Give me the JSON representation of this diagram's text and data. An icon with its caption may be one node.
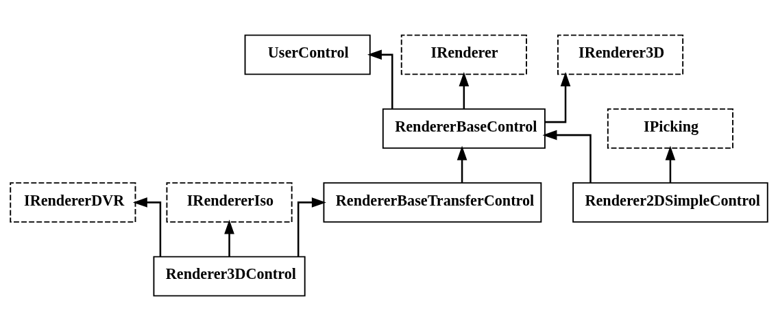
{
  "diagram": {
    "nodes": [
      {
        "text": [
          "UserControl"
        ]
      },
      {
        "text": [
          "IRenderer"
        ]
      },
      {
        "text": [
          "IRenderer3D"
        ]
      },
      {
        "text": [
          "IPicking"
        ]
      },
      {
        "text": [
          "IRendererDVR"
        ]
      },
      {
        "text": [
          "IRendererIso"
        ]
      },
      {
        "text": [
          "RendererBaseControl"
        ]
      },
      {
        "text": [
          "RendererBaseTransferControl"
        ]
      },
      {
        "text": [
          "Renderer3DControl"
        ]
      },
      {
        "text": [
          "Renderer2DSimpleControl"
        ]
      }
    ],
    "edges": [
      {
        "from": 6,
        "to": 0,
        "arrow": "to"
      },
      {
        "from": 6,
        "to": 1,
        "arrow": "to"
      },
      {
        "from": 6,
        "to": 2,
        "arrow": "to"
      },
      {
        "from": 7,
        "to": 6,
        "arrow": "to"
      },
      {
        "from": 8,
        "to": 4,
        "arrow": "to"
      },
      {
        "from": 8,
        "to": 5,
        "arrow": "to"
      },
      {
        "from": 8,
        "to": 7,
        "arrow": "to"
      },
      {
        "from": 9,
        "to": 6,
        "arrow": "to"
      },
      {
        "from": 9,
        "to": 3,
        "arrow": "to"
      }
    ]
  }
}
